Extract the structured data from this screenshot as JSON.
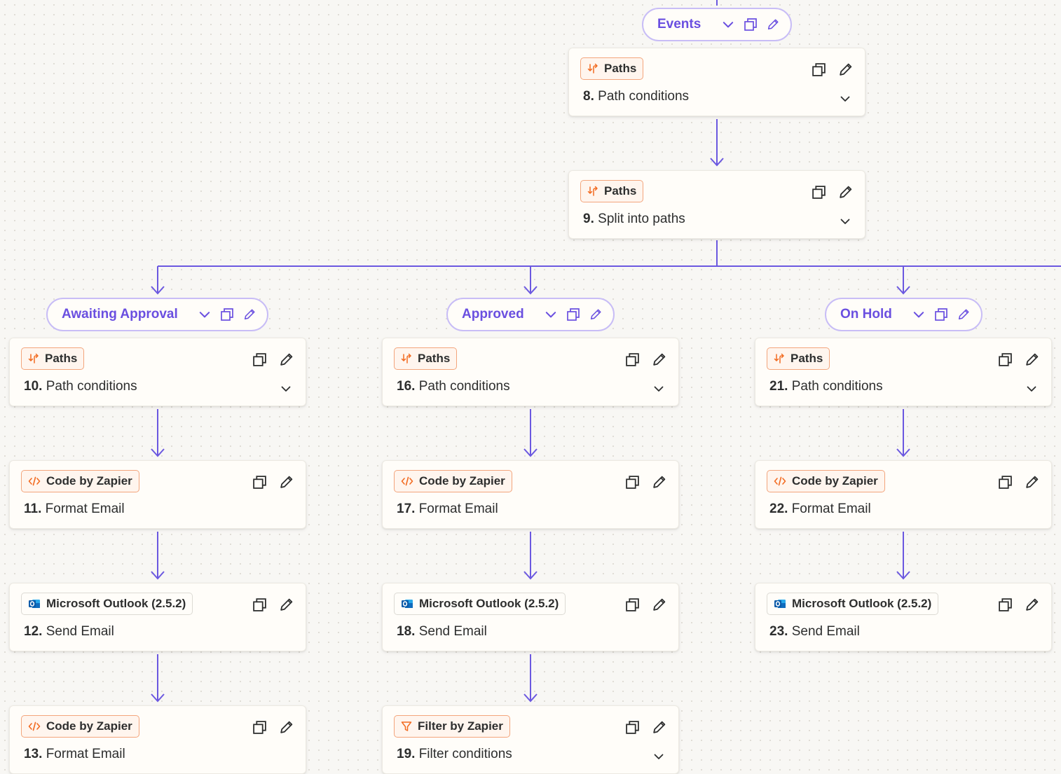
{
  "colors": {
    "accent": "#6a4fe0",
    "connector": "#6b58e0",
    "badge_orange": "#f26b21",
    "outlook_blue": "#0f6cbd"
  },
  "branches": {
    "events": "Events",
    "awaiting_approval": "Awaiting Approval",
    "approved": "Approved",
    "on_hold": "On Hold"
  },
  "steps": {
    "s8": {
      "app": "Paths",
      "num": "8.",
      "title": "Path conditions",
      "icon": "paths-icon"
    },
    "s9": {
      "app": "Paths",
      "num": "9.",
      "title": "Split into paths",
      "icon": "paths-icon"
    },
    "s10": {
      "app": "Paths",
      "num": "10.",
      "title": "Path conditions",
      "icon": "paths-icon"
    },
    "s11": {
      "app": "Code by Zapier",
      "num": "11.",
      "title": "Format Email",
      "icon": "code-icon"
    },
    "s12": {
      "app": "Microsoft Outlook (2.5.2)",
      "num": "12.",
      "title": "Send Email",
      "icon": "outlook-icon"
    },
    "s13": {
      "app": "Code by Zapier",
      "num": "13.",
      "title": "Format Email",
      "icon": "code-icon"
    },
    "s16": {
      "app": "Paths",
      "num": "16.",
      "title": "Path conditions",
      "icon": "paths-icon"
    },
    "s17": {
      "app": "Code by Zapier",
      "num": "17.",
      "title": "Format Email",
      "icon": "code-icon"
    },
    "s18": {
      "app": "Microsoft Outlook (2.5.2)",
      "num": "18.",
      "title": "Send Email",
      "icon": "outlook-icon"
    },
    "s19": {
      "app": "Filter by Zapier",
      "num": "19.",
      "title": "Filter conditions",
      "icon": "filter-icon"
    },
    "s21": {
      "app": "Paths",
      "num": "21.",
      "title": "Path conditions",
      "icon": "paths-icon"
    },
    "s22": {
      "app": "Code by Zapier",
      "num": "22.",
      "title": "Format Email",
      "icon": "code-icon"
    },
    "s23": {
      "app": "Microsoft Outlook (2.5.2)",
      "num": "23.",
      "title": "Send Email",
      "icon": "outlook-icon"
    }
  }
}
